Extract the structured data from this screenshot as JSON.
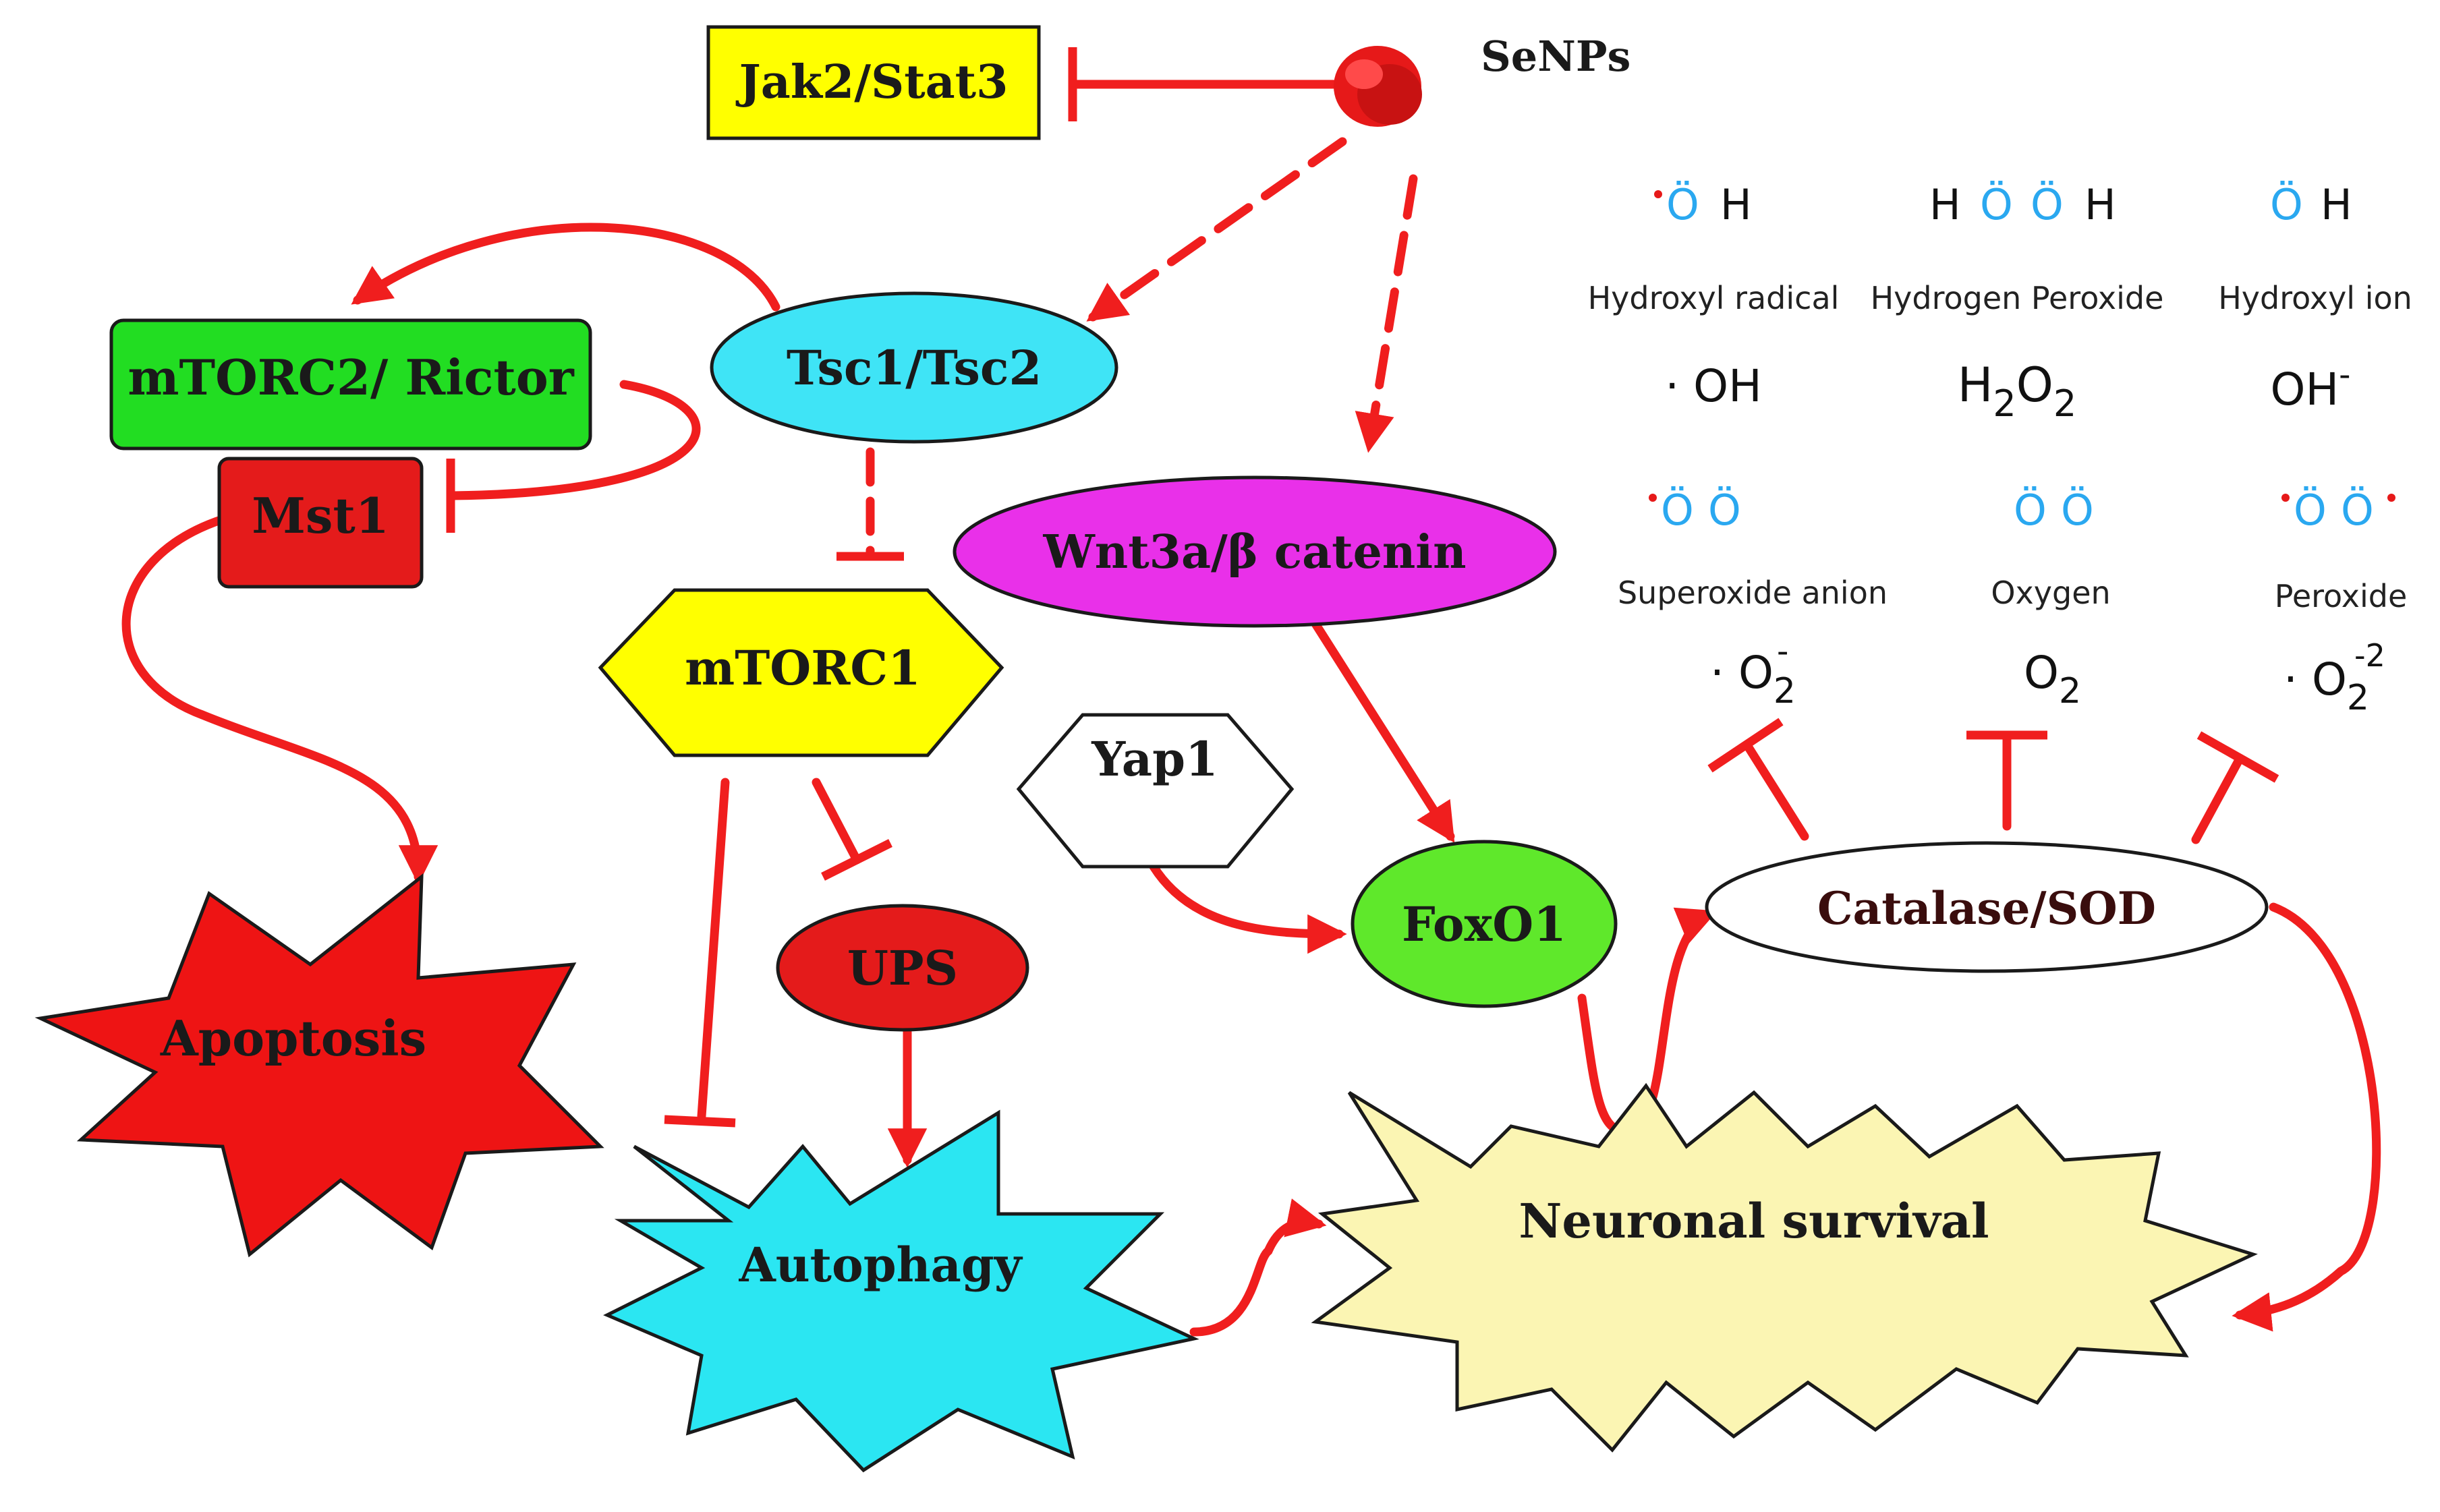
{
  "colors": {
    "arrow_red": "#f01e1e",
    "senps_red": "#e61919",
    "jak_yellow": "#ffff00",
    "mtorc2_green": "#22dd22",
    "mst1_red": "#e41b1b",
    "tsc_cyan": "#3fe4f6",
    "wnt_magenta": "#e930e9",
    "mtorc1_yellow": "#ffff00",
    "ups_red": "#e41b1b",
    "foxo1_green": "#5fe82b",
    "catalase_fill": "#ffffff",
    "apoptosis_red": "#ee1414",
    "autophagy_cyan": "#2be6f2",
    "survival_yellow": "#fbf5b3",
    "oxygen_blue": "#2aa8f0"
  },
  "nodes": {
    "senps": "SeNPs",
    "jak2_stat3": "Jak2/Stat3",
    "mtorc2_rictor": "mTORC2/ Rictor",
    "mst1": "Mst1",
    "tsc1_tsc2": "Tsc1/Tsc2",
    "wnt3a": "Wnt3a/β catenin",
    "mtorc1": "mTORC1",
    "yap1": "Yap1",
    "ups": "UPS",
    "foxo1": "FoxO1",
    "catalase_sod": "Catalase/SOD",
    "apoptosis": "Apoptosis",
    "autophagy": "Autophagy",
    "neuronal_survival": "Neuronal survival"
  },
  "ros": {
    "hydroxyl_radical": {
      "name": "Hydroxyl radical",
      "formula_main": "· OH"
    },
    "hydrogen_peroxide": {
      "name": "Hydrogen Peroxide",
      "formula_main": "H",
      "formula_sub1": "2",
      "formula_mid": "O",
      "formula_sub2": "2"
    },
    "hydroxyl_ion": {
      "name": "Hydroxyl ion",
      "formula_main": "OH",
      "formula_sup": "-"
    },
    "superoxide_anion": {
      "name": "Superoxide anion",
      "formula_main": "· O",
      "formula_sub": "2",
      "formula_sup": "-"
    },
    "oxygen": {
      "name": "Oxygen",
      "formula_main": "O",
      "formula_sub": "2"
    },
    "peroxide": {
      "name": "Peroxide",
      "formula_main": "· O",
      "formula_sub": "2",
      "formula_sup": "-2"
    }
  },
  "structures": {
    "hydroxyl_radical": {
      "left": "Ö",
      "right": "H"
    },
    "hydrogen_peroxide": {
      "left": "H",
      "o1": "Ö",
      "o2": "Ö",
      "right": "H"
    },
    "hydroxyl_ion": {
      "left": "Ö",
      "right": "H"
    },
    "superoxide_anion": {
      "o1": "Ö",
      "o2": "Ö"
    },
    "oxygen": {
      "o1": "Ö",
      "o2": "Ö"
    },
    "peroxide": {
      "o1": "Ö",
      "o2": "Ö"
    }
  }
}
